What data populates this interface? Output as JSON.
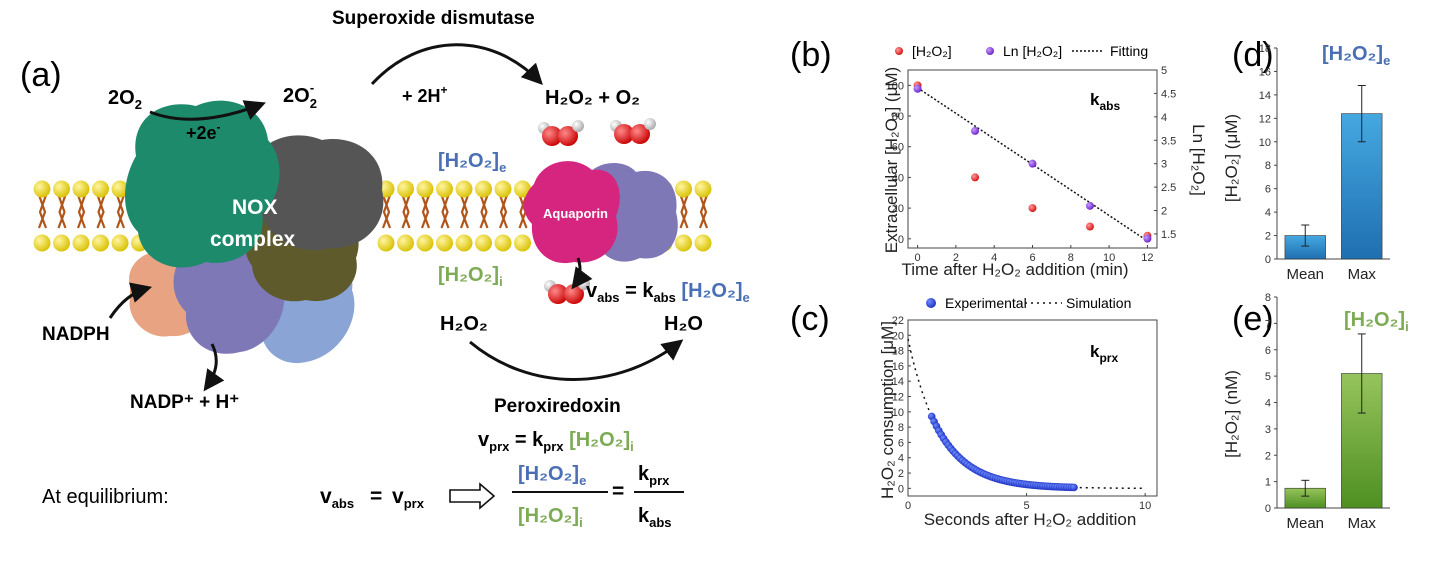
{
  "panel_a": {
    "letter": "(a)",
    "o2_in": {
      "base": "2O",
      "sub": "2"
    },
    "electrons": {
      "base": "+2e",
      "sup": "-"
    },
    "superoxide": {
      "base": "2O",
      "sub": "2",
      "sup": "-"
    },
    "sod_title": "Superoxide dismutase",
    "protons": {
      "base": "+ 2H",
      "sup": "+"
    },
    "products": "H₂O₂ + O₂",
    "h2o2e": "[H₂O₂]",
    "h2o2e_sub": "e",
    "h2o2i": "[H₂O₂]",
    "h2o2i_sub": "i",
    "nox": "NOX",
    "complex": "complex",
    "aquaporin": "Aquaporin",
    "nadph": "NADPH",
    "nadp": "NADP⁺ + H⁺",
    "vabs_lhs": "v",
    "vabs_lhs_sub": "abs",
    "vabs_k": "k",
    "vabs_k_sub": "abs",
    "h2o2": "H₂O₂",
    "h2o": "H₂O",
    "prx_title": "Peroxiredoxin",
    "vprx": "v",
    "vprx_sub": "prx",
    "kprx": "k",
    "kprx_sub": "prx",
    "equil_text": "At equilibrium:",
    "equals": "=",
    "colors": {
      "blue": "#4a6fb5",
      "green": "#7eab55",
      "nox_green": "#1e8a6c",
      "gray": "#555555",
      "olive": "#5e5a2c",
      "purple": "#7f78b7",
      "salmon": "#e8a383",
      "lightblue": "#8aa4d6",
      "magenta": "#d6257f",
      "lipid_head": "#f5e31a",
      "lipid_tail": "#b1561b"
    }
  },
  "panel_b": {
    "letter": "(b)",
    "annotation": "k",
    "annotation_sub": "abs",
    "chart_data": {
      "type": "scatter",
      "legend": [
        "[H₂O₂]",
        "Ln [H₂O₂]",
        "Fitting"
      ],
      "xlabel": "Time after H₂O₂ addition (min)",
      "ylabel": "Extracellular [H₂O₂] (μM)",
      "ylabel_right": "Ln [H₂O₂]",
      "xlim": [
        -0.5,
        12.5
      ],
      "ylim": [
        -6,
        110
      ],
      "ylim_right": [
        1.2,
        5.0
      ],
      "x_ticks": [
        0,
        2,
        4,
        6,
        8,
        10,
        12
      ],
      "y_ticks": [
        0,
        20,
        40,
        60,
        80,
        100
      ],
      "y_ticks_right": [
        1.5,
        2,
        2.5,
        3,
        3.5,
        4,
        4.5,
        5
      ],
      "series": [
        {
          "name": "[H₂O₂]",
          "axis": "left",
          "color": "#e02020",
          "x": [
            0,
            3,
            6,
            9,
            12
          ],
          "y": [
            100,
            40,
            20,
            8,
            2
          ]
        },
        {
          "name": "Ln [H₂O₂]",
          "axis": "right",
          "color": "#8a2be2",
          "x": [
            0,
            3,
            6,
            9,
            12
          ],
          "y": [
            4.6,
            3.7,
            3.0,
            2.1,
            1.4
          ]
        },
        {
          "name": "Fitting",
          "axis": "right",
          "type": "line",
          "style": "dotted",
          "x": [
            0,
            12
          ],
          "y": [
            4.62,
            1.35
          ]
        }
      ]
    }
  },
  "panel_c": {
    "letter": "(c)",
    "annotation": "k",
    "annotation_sub": "prx",
    "chart_data": {
      "type": "scatter",
      "legend": [
        "Experimental",
        "Simulation"
      ],
      "xlabel": "Seconds after H₂O₂ addition",
      "ylabel": "H₂O₂ consumption [μM]",
      "xlim": [
        0,
        10.5
      ],
      "ylim": [
        -1,
        22
      ],
      "x_ticks": [
        0,
        5,
        10
      ],
      "y_ticks": [
        0,
        2,
        4,
        6,
        8,
        10,
        12,
        14,
        16,
        18,
        20,
        22
      ],
      "model": {
        "a": 19.5,
        "k": 0.73,
        "simulation_x": [
          0,
          10
        ],
        "experimental_x": [
          1,
          7
        ]
      },
      "series": [
        {
          "name": "Experimental",
          "color": "#1f3fd6"
        },
        {
          "name": "Simulation",
          "style": "dotted"
        }
      ]
    }
  },
  "panel_d": {
    "letter": "(d)",
    "title": "[H₂O₂]",
    "title_sub": "e",
    "chart_data": {
      "type": "bar",
      "categories": [
        "Mean",
        "Max"
      ],
      "values": [
        2.0,
        12.4
      ],
      "errors": [
        0.9,
        2.4
      ],
      "ylabel": "[H₂O₂] (μM)",
      "ylim": [
        0,
        18
      ],
      "y_ticks": [
        0,
        2,
        4,
        6,
        8,
        10,
        12,
        14,
        16,
        18
      ],
      "color": "#2b7fc4"
    }
  },
  "panel_e": {
    "letter": "(e)",
    "title": "[H₂O₂]",
    "title_sub": "i",
    "chart_data": {
      "type": "bar",
      "categories": [
        "Mean",
        "Max"
      ],
      "values": [
        0.75,
        5.1
      ],
      "errors": [
        0.3,
        1.5
      ],
      "ylabel": "[H₂O₂] (nM)",
      "ylim": [
        0,
        8
      ],
      "y_ticks": [
        0,
        1,
        2,
        3,
        4,
        5,
        6,
        7,
        8
      ],
      "color": "#5e9e2c"
    }
  }
}
